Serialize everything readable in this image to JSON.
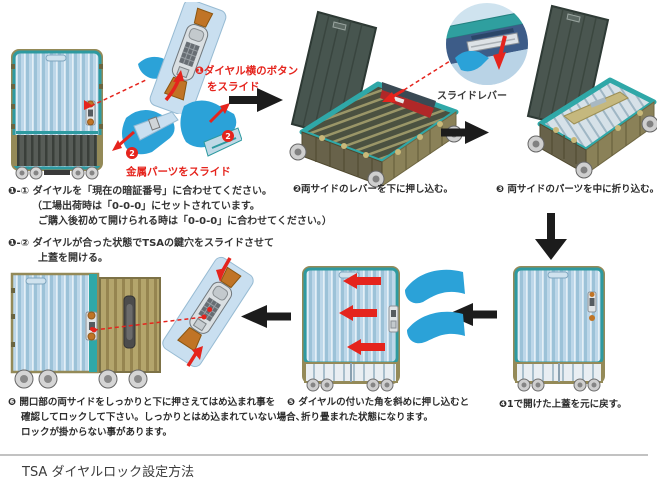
{
  "title": "TSA ダイヤルロック設定方法",
  "colors": {
    "red": "#e5241d",
    "teal": "#2e9aa0",
    "case_blue": "#b9d3e6",
    "khaki": "#8f8656",
    "hand_blue": "#2ba2d8",
    "arrow_black": "#1c1c1c"
  },
  "step1": {
    "label_slide_button_l1": "❶ダイヤル横のボタン",
    "label_slide_button_l2": "をスライド",
    "label_slide_metal": "金属パーツをスライド",
    "metal_badge": "2",
    "note1_l1": "❶-① ダイヤルを「現在の暗証番号」に合わせてください。",
    "note1_l2": "（工場出荷時は「0-0-0」にセットされています。",
    "note1_l3": "ご購入後初めて開けられる時は「0-0-0」に合わせてください。）",
    "note2_l1": "❶-② ダイヤルが合った状態でTSAの鍵穴をスライドさせて",
    "note2_l2": "上蓋を開ける。"
  },
  "step2": {
    "caption": "❷両サイドのレバーを下に押し込む。",
    "callout_label": "スライドレバー"
  },
  "step3": {
    "caption": "❸ 両サイドのパーツを中に折り込む。"
  },
  "step4": {
    "caption": "❹1で開けた上蓋を元に戻す。"
  },
  "step5": {
    "caption_l1": "❺ ダイヤルの付いた角を斜めに押し込むと",
    "caption_l2": "折り畳まれた状態になります。"
  },
  "step6": {
    "caption_l1": "❻ 開口部の両サイドをしっかりと下に押さえてはめ込まれ事を",
    "caption_l2": "確認してロックして下さい。しっかりとはめ込まれていない場合、",
    "caption_l3": "ロックが掛からない事があります。"
  }
}
